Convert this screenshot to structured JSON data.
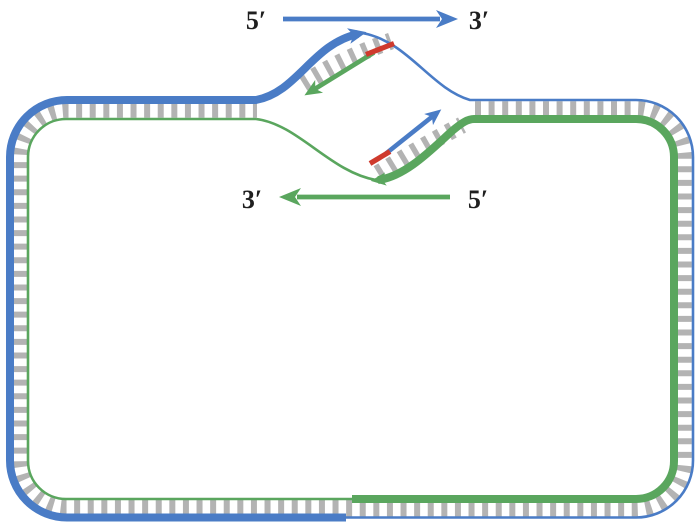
{
  "diagram": {
    "type": "circular-dna-replication-bubble",
    "labels": {
      "top_left": "5′",
      "top_right": "3′",
      "mid_left": "3′",
      "mid_right": "5′"
    },
    "colors": {
      "strand_blue": "#4a7cc6",
      "strand_green": "#5aa65e",
      "base_pair_gray": "#b3b3b3",
      "primer_red": "#cf3a2d",
      "label_black": "#1f1f1f",
      "background": "#ffffff"
    }
  }
}
